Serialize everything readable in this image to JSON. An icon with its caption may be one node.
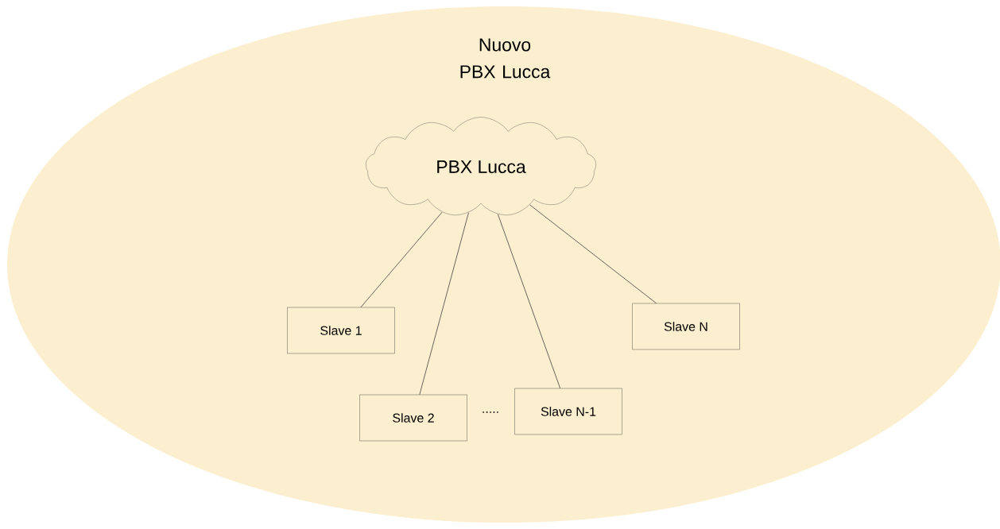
{
  "diagram": {
    "nodes": [
      {
        "text": [
          "Nuovo PBX Lucca"
        ]
      },
      {
        "text": [
          "PBX Lucca"
        ],
        "in": 0
      },
      {
        "text": [
          "Slave 1"
        ],
        "in": 0
      },
      {
        "text": [
          "Slave 2"
        ],
        "in": 0
      },
      {
        "text": [
          "Slave N-1"
        ],
        "in": 0
      },
      {
        "text": [
          "Slave N"
        ],
        "in": 0
      }
    ],
    "edges": [
      {
        "from": 1,
        "to": 2,
        "arrow": "none"
      },
      {
        "from": 1,
        "to": 3,
        "arrow": "none"
      },
      {
        "from": 1,
        "to": 4,
        "arrow": "none"
      },
      {
        "from": 1,
        "to": 5,
        "arrow": "none"
      }
    ],
    "labels": [
      "....."
    ]
  }
}
